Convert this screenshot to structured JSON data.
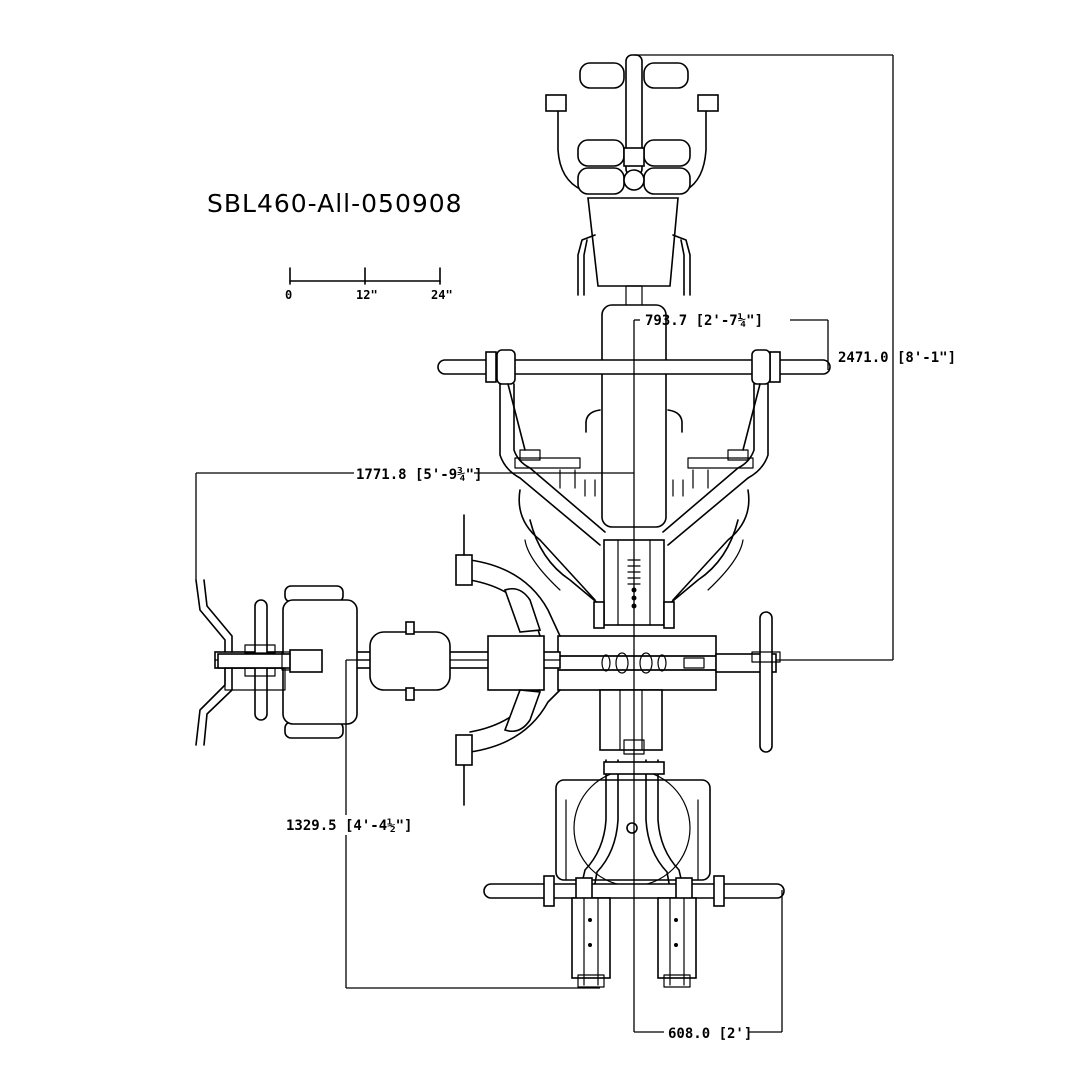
{
  "drawing": {
    "model_code": "SBL460-All-050908"
  },
  "scale_bar": {
    "ticks": [
      "0",
      "12\"",
      "24\""
    ]
  },
  "dimensions": {
    "arm_reach": "793.7 [2'-7¼\"]",
    "overall_length": "2471.0 [8'-1\"]",
    "overall_width": "1771.8 [5'-9¾\"]",
    "rear_span": "1329.5 [4'-4½\"]",
    "foot_width": "608.0 [2']"
  }
}
